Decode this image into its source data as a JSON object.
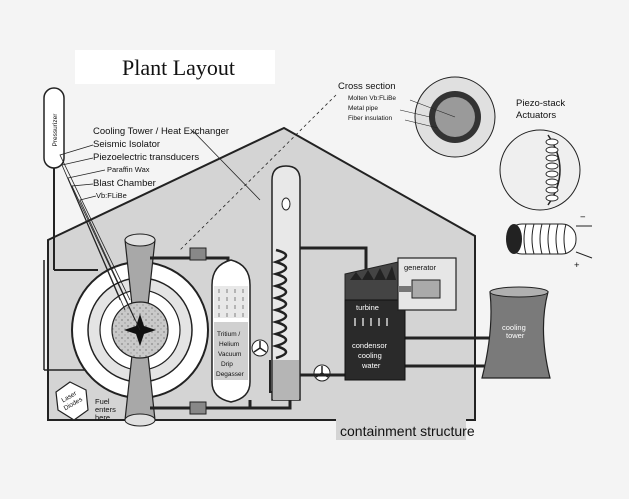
{
  "title": "Plant Layout",
  "labels": {
    "pressurizer": "Pressurizer",
    "cooling_tower_hx": "Cooling Tower / Heat Exchanger",
    "seismic_isolator": "Seismic Isolator",
    "piezo_transducers": "Piezoelectric transducers",
    "paraffin_wax": "Paraffin Wax",
    "blast_chamber": "Blast Chamber",
    "vb_flibe": "Vb:FLiBe",
    "cross_section": "Cross section",
    "molten_flibe": "Molten Vb:FLiBe",
    "metal_pipe": "Metal pipe",
    "fiber_insulation": "Fiber insulation",
    "piezo_stack_line1": "Piezo-stack",
    "piezo_stack_line2": "Actuators",
    "minus": "−",
    "plus": "+",
    "generator": "generator",
    "turbine": "turbine",
    "condensor_line1": "condensor",
    "condensor_line2": "cooling",
    "condensor_line3": "water",
    "cooling_tower_line1": "cooling",
    "cooling_tower_line2": "tower",
    "degasser_line1": "Tritium /",
    "degasser_line2": "Helium",
    "degasser_line3": "Vacuum",
    "degasser_line4": "Drip",
    "degasser_line5": "Degasser",
    "laser_line1": "Laser",
    "laser_line2": "Diodes",
    "fuel_line1": "Fuel",
    "fuel_line2": "enters",
    "fuel_line3": "here",
    "containment": "containment structure"
  }
}
